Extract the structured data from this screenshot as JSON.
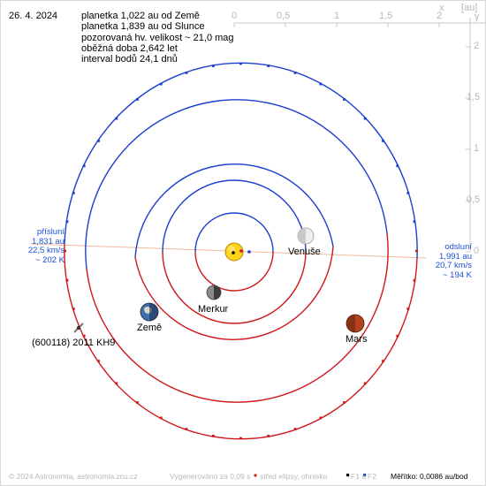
{
  "date": "26. 4. 2024",
  "info_lines": [
    "planetka 1,022 au od Země",
    "planetka 1,839 au od Slunce",
    "pozorovaná hv. velikost ~ 21,0 mag",
    "oběžná doba 2,642 let",
    "interval bodů 24,1 dnů"
  ],
  "x_axis": {
    "label": "x",
    "unit": "[au]",
    "ticks": [
      "0",
      "0,5",
      "1",
      "1,5",
      "2"
    ]
  },
  "y_axis": {
    "label": "y",
    "ticks": [
      "2",
      "1,5",
      "1",
      "0,5",
      "0"
    ]
  },
  "perihelion": {
    "lines": [
      "přísluní",
      "1,831 au",
      "22,5 km/s",
      "~ 202 K"
    ]
  },
  "aphelion": {
    "lines": [
      "odsluní",
      "1,991 au",
      "20,7 km/s",
      "~ 194 K"
    ]
  },
  "bodies": {
    "mercury": "Merkur",
    "venus": "Venuše",
    "earth": "Země",
    "mars": "Mars",
    "asteroid": "(600118) 2011 KH9"
  },
  "footer": {
    "copyright": "© 2024 Astronomia, astronomia.zcu.cz",
    "generated": "Vygenerováno za 0,09 s",
    "legend_center": "střed elipsy, ohnisko",
    "legend_f1": "F1 a",
    "legend_f2": "F2",
    "scale": "Měřítko: 0,0086 au/bod"
  },
  "colors": {
    "orbit_upper": "#1a3fd0",
    "orbit_lower": "#d01818",
    "axis": "#c8c8c8",
    "apsis_line": "#f2b89a",
    "label_blue": "#1a4fd6"
  }
}
